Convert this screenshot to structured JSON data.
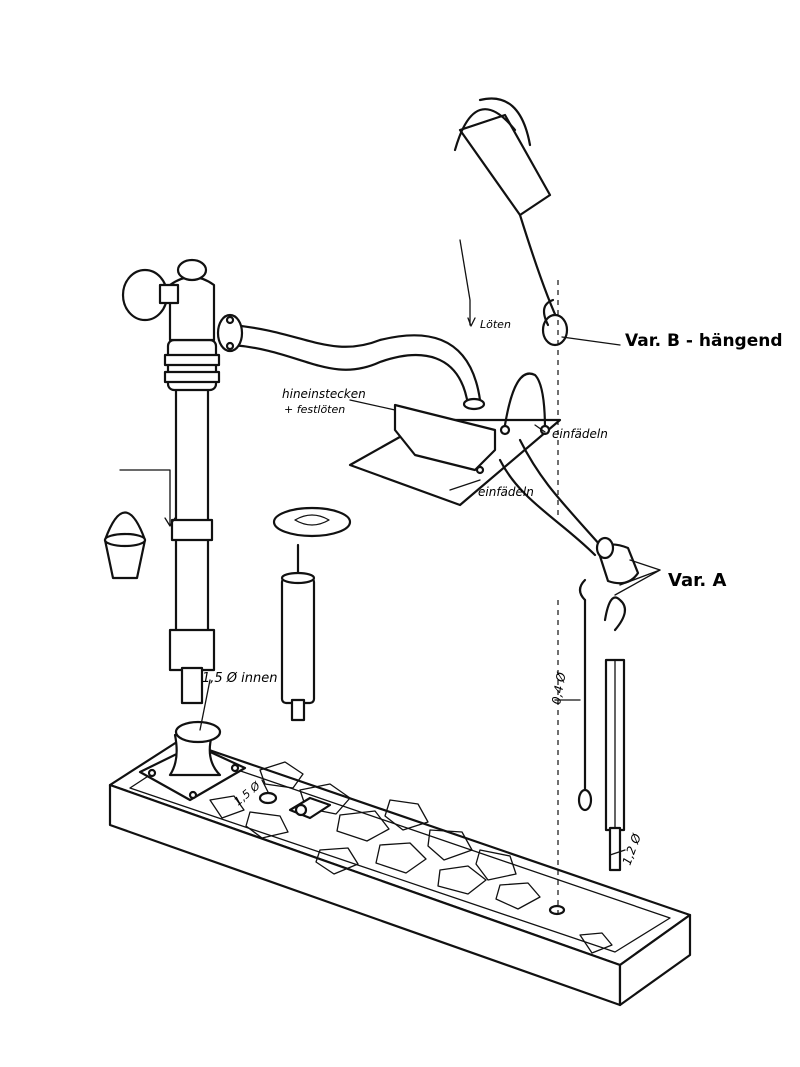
{
  "labels": {
    "loeten": "Löten",
    "var_b": "Var. B - hängend",
    "hineinstecken": "hineinstecken",
    "festloeten": "+ festlöten",
    "einfaedeln_top": "einfädeln",
    "einfaedeln_bottom": "einfädeln",
    "var_a": "Var. A",
    "innen": "1,5 Ø innen",
    "d04": "0,4 Ø",
    "d15": "1,5 Ø",
    "d12": "1,2 Ø"
  },
  "colors": {
    "ink": "#111111",
    "paper": "#ffffff"
  }
}
